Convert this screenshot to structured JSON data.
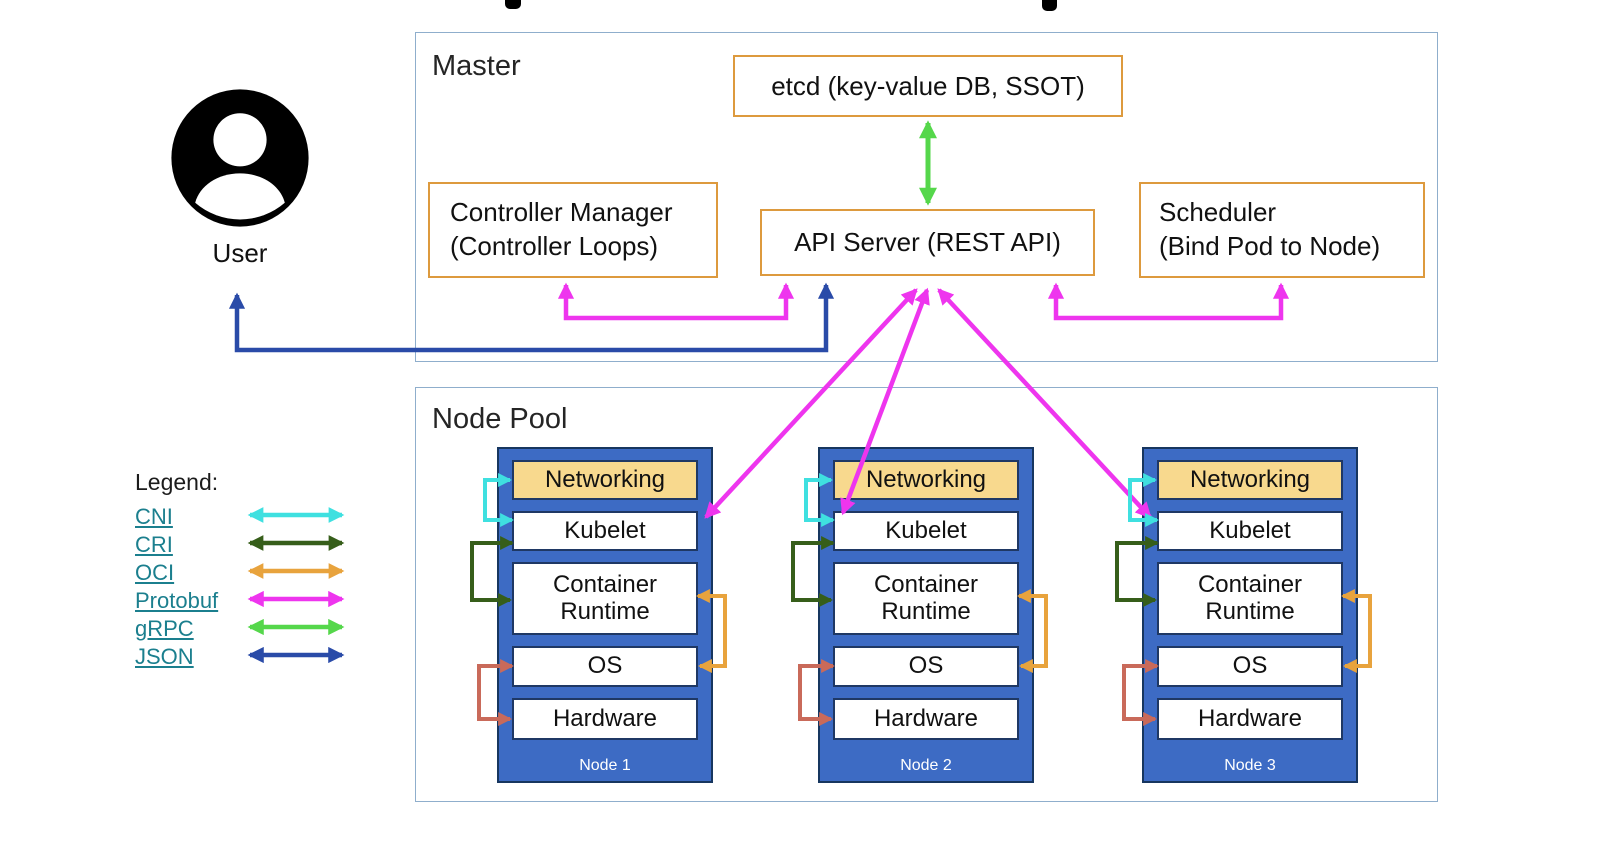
{
  "user": {
    "label": "User"
  },
  "master": {
    "title": "Master",
    "etcd_label": "etcd (key-value DB, SSOT)",
    "api_server_label": "API Server (REST API)",
    "controller_manager": {
      "line1": "Controller Manager",
      "line2": "(Controller Loops)"
    },
    "scheduler": {
      "line1": "Scheduler",
      "line2": "(Bind Pod to Node)"
    }
  },
  "node_pool": {
    "title": "Node Pool",
    "layers": [
      "Networking",
      "Kubelet",
      "Container Runtime",
      "OS",
      "Hardware"
    ],
    "nodes": [
      {
        "name": "Node 1"
      },
      {
        "name": "Node 2"
      },
      {
        "name": "Node 3"
      }
    ]
  },
  "legend": {
    "title": "Legend:",
    "items": [
      {
        "label": "CNI",
        "color": "#3FE0E0"
      },
      {
        "label": "CRI",
        "color": "#365E1A"
      },
      {
        "label": "OCI",
        "color": "#E8A33D"
      },
      {
        "label": "Protobuf",
        "color": "#EE35EE"
      },
      {
        "label": "gRPC",
        "color": "#55D74B"
      },
      {
        "label": "JSON",
        "color": "#2A4BA8"
      }
    ]
  },
  "colors": {
    "box_border_orange": "#DD9A3E",
    "container_border": "#8FAECC",
    "node_fill": "#3D6BC4",
    "node_border": "#1F3864",
    "networking_fill": "#F8D98E",
    "cni": "#3FE0E0",
    "cri": "#365E1A",
    "oci": "#E8A33D",
    "protobuf": "#EE35EE",
    "grpc": "#55D74B",
    "json": "#2A4BA8",
    "os_hardware_link": "#C96A5A"
  }
}
